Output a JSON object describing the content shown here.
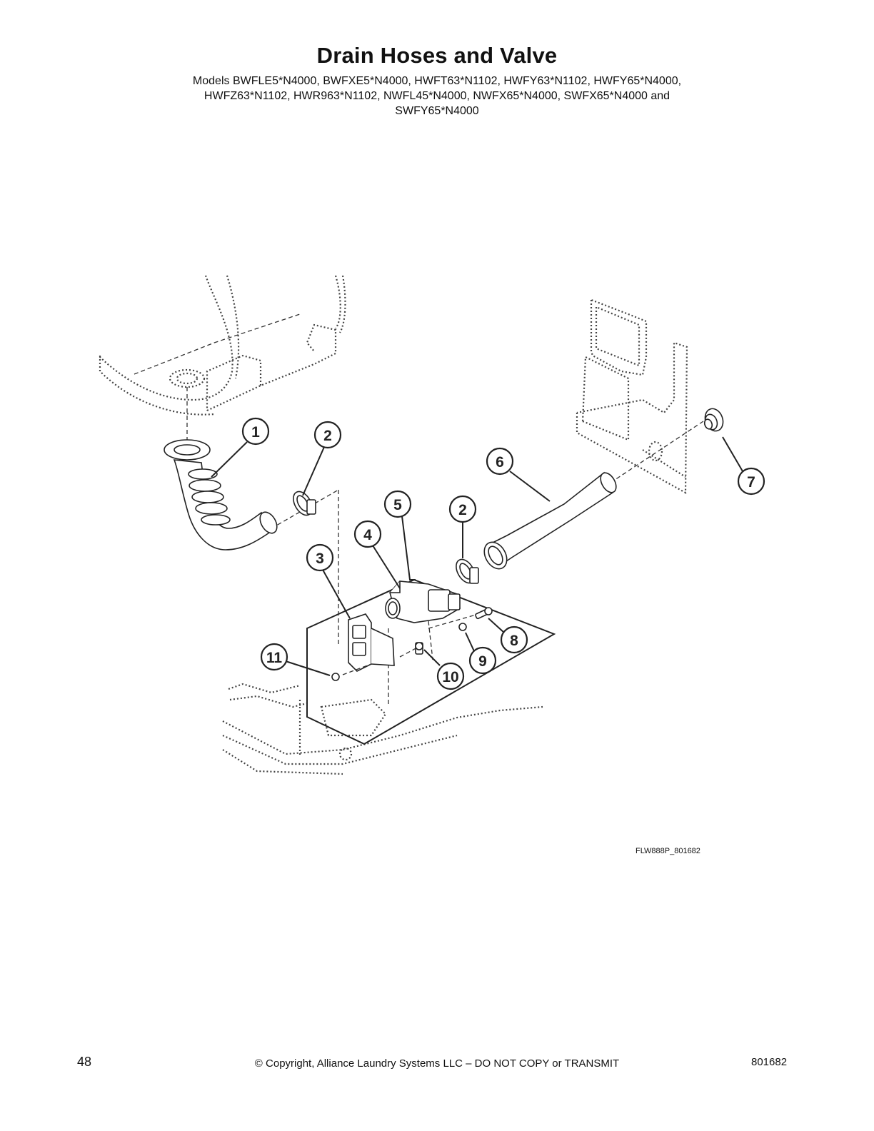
{
  "title": "Drain Hoses and Valve",
  "models": [
    "Models BWFLE5*N4000, BWFXE5*N4000, HWFT63*N1102, HWFY63*N1102, HWFY65*N4000,",
    "HWFZ63*N1102, HWR963*N1102, NWFL45*N4000, NWFX65*N4000, SWFX65*N4000 and",
    "SWFY65*N4000"
  ],
  "callouts": [
    "1",
    "2",
    "2",
    "3",
    "4",
    "5",
    "6",
    "7",
    "8",
    "9",
    "10",
    "11"
  ],
  "figure_id": "FLW888P_801682",
  "footer": {
    "page_number": "48",
    "copyright": "© Copyright, Alliance Laundry Systems LLC – DO NOT COPY or TRANSMIT",
    "doc_number": "801682"
  }
}
